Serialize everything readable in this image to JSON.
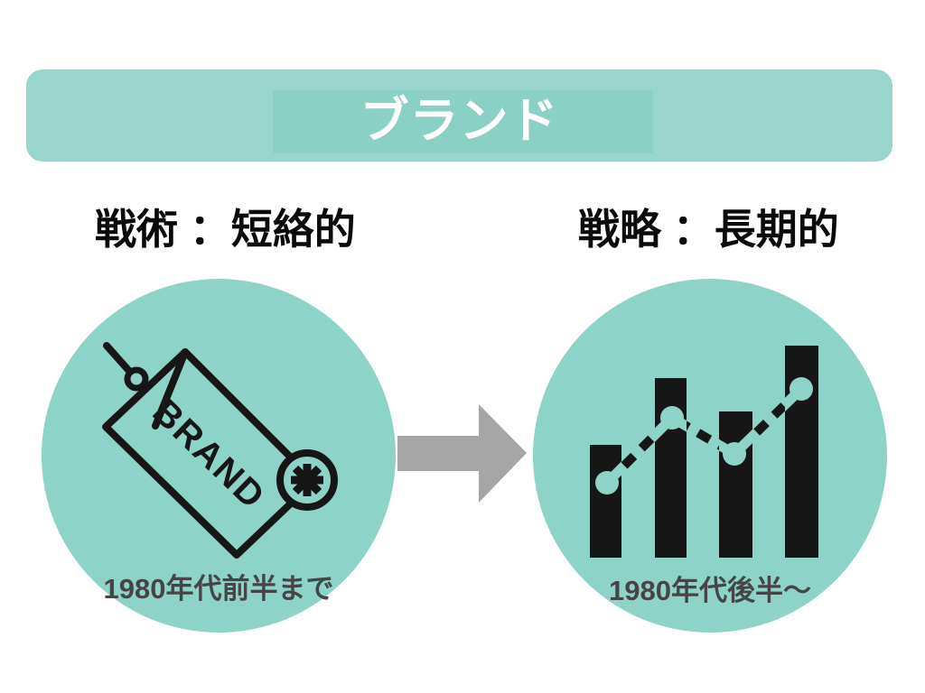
{
  "slide": {
    "header": {
      "title": "ブランド"
    },
    "left_panel": {
      "heading": "戦術 ：短絡的",
      "caption": "1980年代前半まで",
      "tag_label": "BRAND"
    },
    "right_panel": {
      "heading": "戦略 ：長期的",
      "caption": "1980年代後半〜"
    },
    "colors": {
      "circle_teal": "#8dd3c7",
      "header_bar_teal": "#99d5cc",
      "header_highlight_teal": "#8bd0c5",
      "title_text": "#ffffff",
      "heading_text": "#0a0a0a",
      "caption_text": "#454547",
      "icon_black": "#161616",
      "arrow_gray": "#a6a6a6"
    }
  }
}
